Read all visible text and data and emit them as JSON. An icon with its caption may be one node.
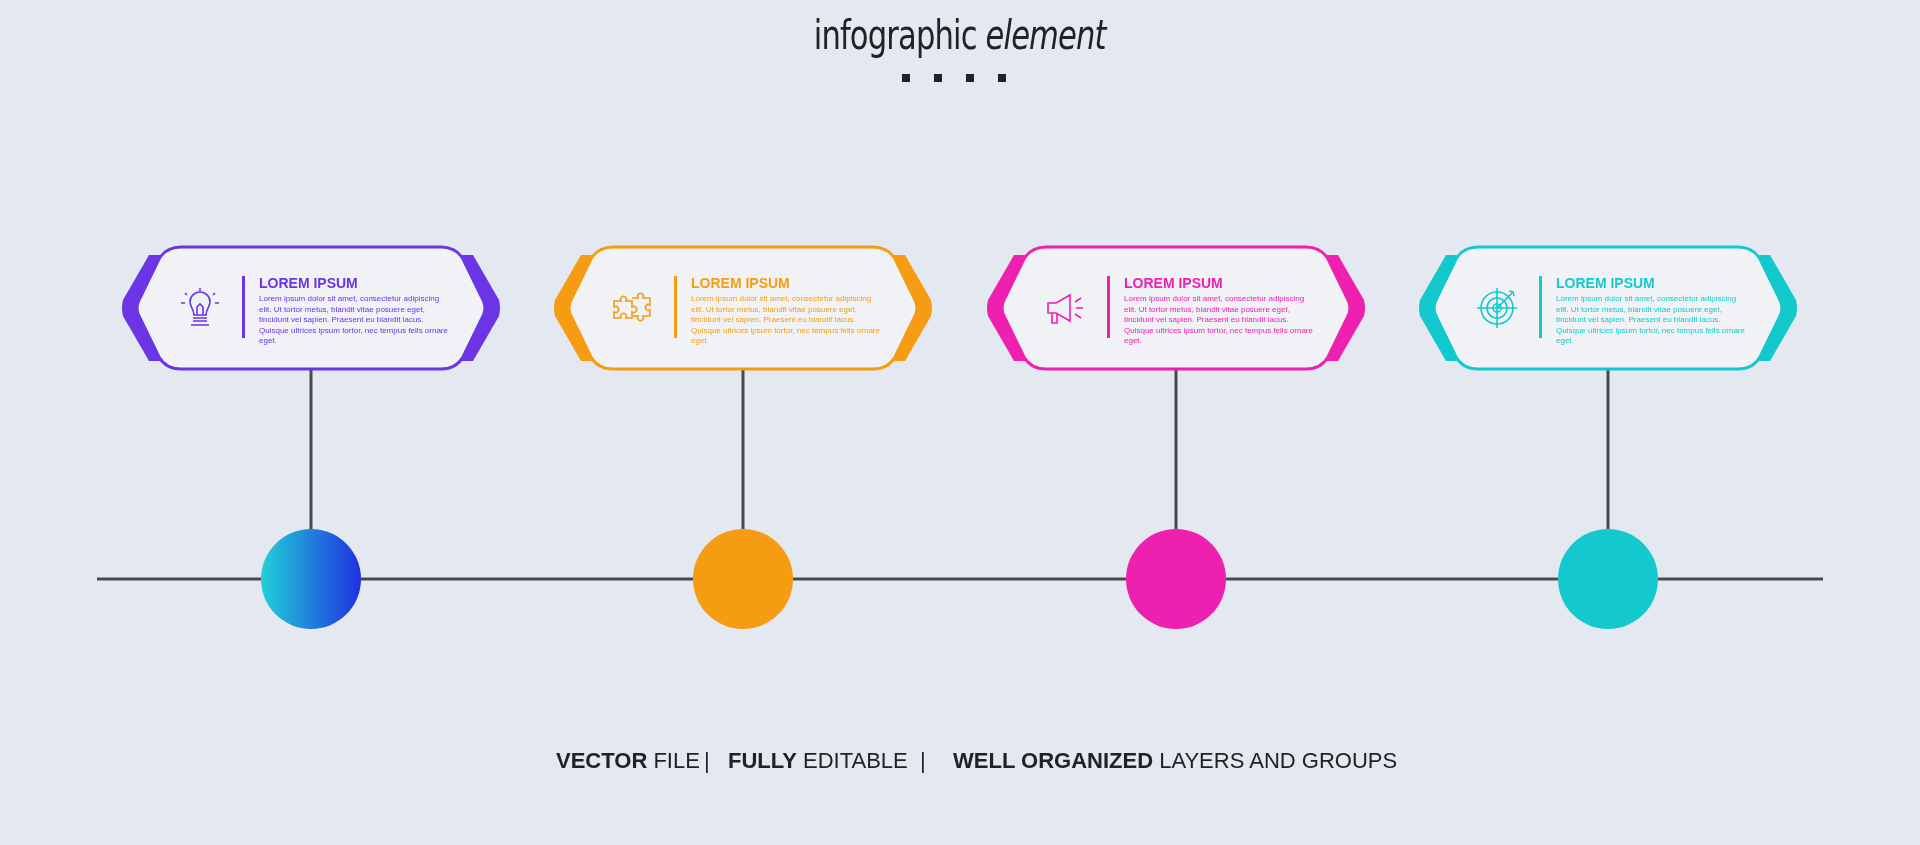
{
  "diagram": {
    "title": "infographic *element*",
    "nodes": [
      {
        "text": [
          "LOREM IPSUM",
          "Lorem ipsum dolor sit amet, consectetur adipiscing elit. Ut tortor metus, blandit vitae posuere eget, tincidunt vel sapien. Praesent eu blandit lacus. Quisque ultrices ipsum tortor, nec tempus felis ornare eget."
        ]
      },
      {
        "text": [
          "LOREM IPSUM",
          "Lorem ipsum dolor sit amet, consectetur adipiscing elit. Ut tortor metus, blandit vitae posuere eget, tincidunt vel sapien. Praesent eu blandit lacus. Quisque ultrices ipsum tortor, nec tempus felis ornare eget."
        ]
      },
      {
        "text": [
          "LOREM IPSUM",
          "Lorem ipsum dolor sit amet, consectetur adipiscing elit. Ut tortor metus, blandit vitae posuere eget, tincidunt vel sapien. Praesent eu blandit lacus. Quisque ultrices ipsum tortor, nec tempus felis ornare eget."
        ]
      },
      {
        "text": [
          "LOREM IPSUM",
          "Lorem ipsum dolor sit amet, consectetur adipiscing elit. Ut tortor metus, blandit vitae posuere eget, tincidunt vel sapien. Praesent eu blandit lacus. Quisque ultrices ipsum tortor, nec tempus felis ornare eget."
        ]
      },
      {
        "text": [],
        "shape": "circle"
      },
      {
        "text": [],
        "shape": "circle"
      },
      {
        "text": [],
        "shape": "circle"
      },
      {
        "text": [],
        "shape": "circle"
      }
    ],
    "edges": [
      {
        "from": 0,
        "to": 4,
        "arrow": "none"
      },
      {
        "from": 1,
        "to": 5,
        "arrow": "none"
      },
      {
        "from": 2,
        "to": 6,
        "arrow": "none"
      },
      {
        "from": 3,
        "to": 7,
        "arrow": "none"
      },
      {
        "from": 4,
        "to": 5,
        "arrow": "none"
      },
      {
        "from": 5,
        "to": 6,
        "arrow": "none"
      },
      {
        "from": 6,
        "to": 7,
        "arrow": "none"
      }
    ],
    "labels": [
      "**VECTOR** FILE",
      "|",
      "**FULLY** EDITABLE",
      "|",
      "**WELL ORGANIZED** LAYERS AND GROUPS"
    ]
  }
}
